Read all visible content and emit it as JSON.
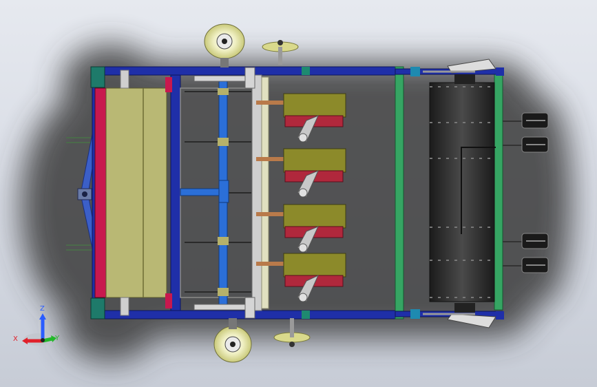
{
  "scene": {
    "background_top": "#e6e9ef",
    "background_bottom": "#c7ccd6",
    "frame_color": "#1f2fa8",
    "hopper_color": "#b9b874",
    "hopper_side_color": "#c8184e",
    "roller_color": "#2b2b2b",
    "unit_body_color": "#8c8a2a",
    "unit_gear_color": "#b0283c",
    "green_frame_color": "#36a563",
    "teal_block_color": "#1e7a6a",
    "wheel_color": "#dede9a"
  },
  "triad": {
    "z_label": "Z",
    "x_label": "X",
    "y_label": "Y",
    "z_color": "#2a5cff",
    "x_color": "#e0202a",
    "y_color": "#22b82a"
  }
}
